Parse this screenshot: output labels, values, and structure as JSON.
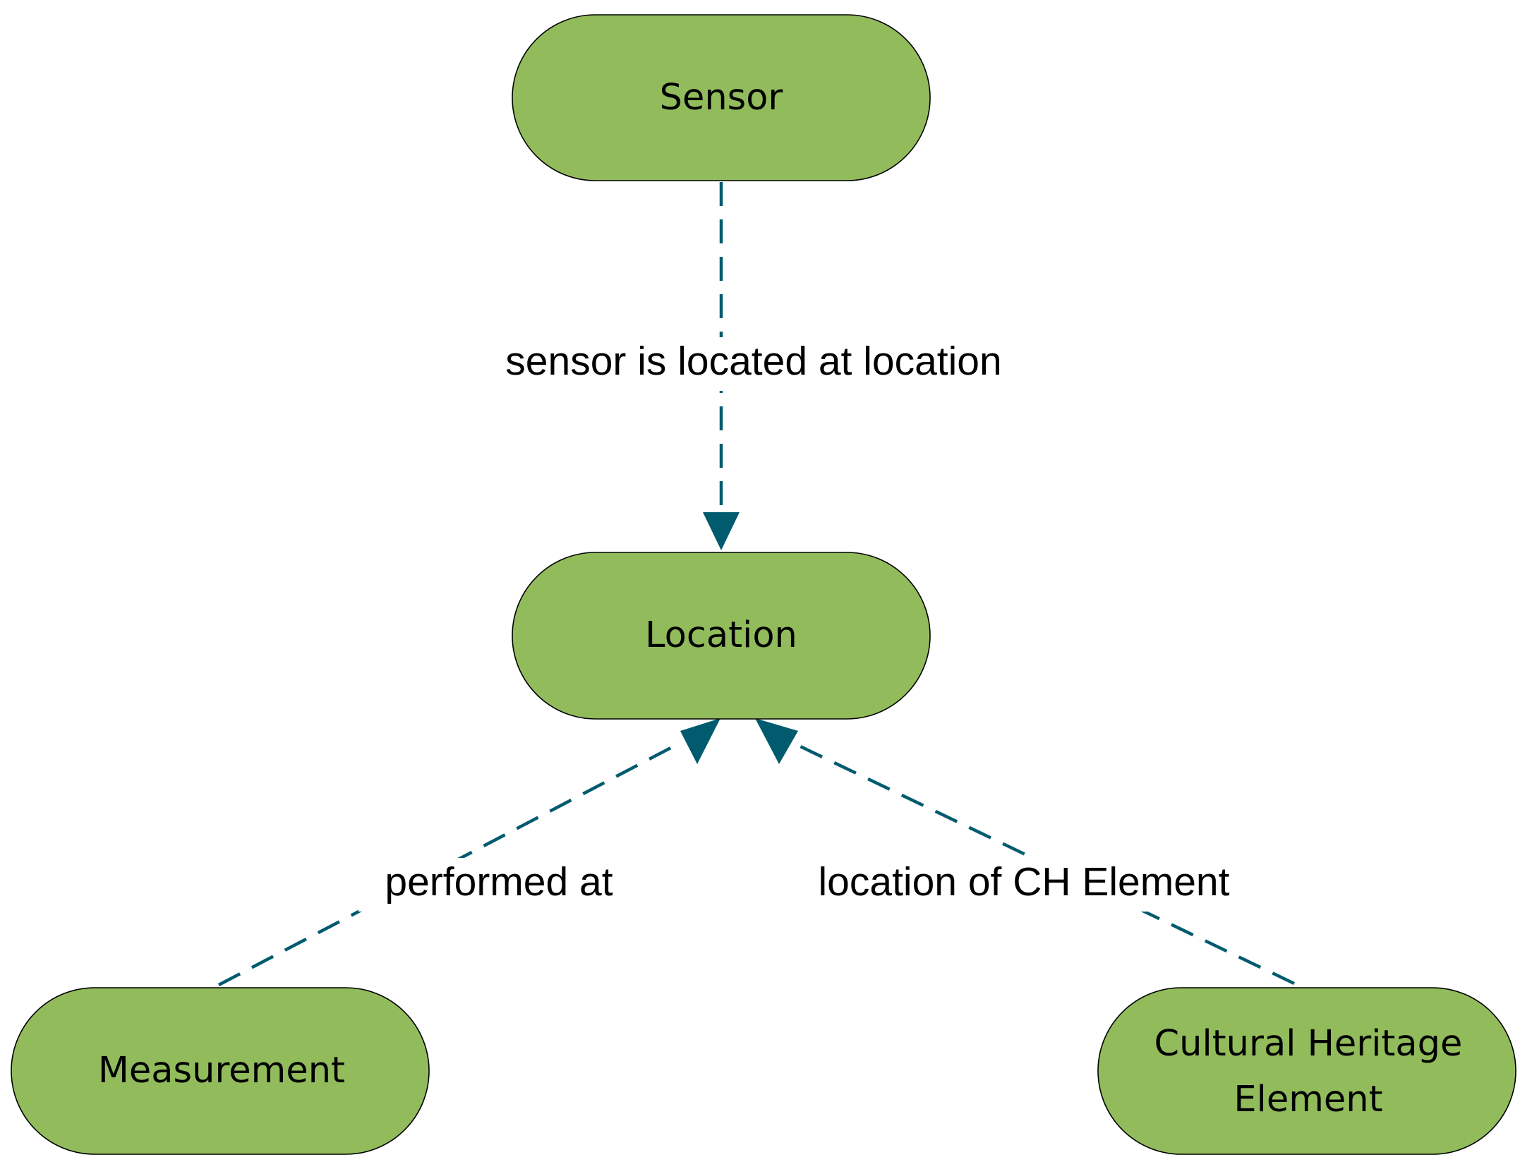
{
  "colors": {
    "node_fill": "#92BC5C",
    "node_border": "#000000",
    "edge": "#005B6E",
    "background": "#FFFFFF"
  },
  "nodes": {
    "sensor": {
      "label": "Sensor"
    },
    "location": {
      "label": "Location"
    },
    "measurement": {
      "label": "Measurement"
    },
    "cultural_heritage": {
      "label_line1": "Cultural Heritage",
      "label_line2": "Element"
    }
  },
  "edges": {
    "sensor_location": {
      "label": "sensor is located at location",
      "style": "dashed",
      "arrow": "to Location"
    },
    "measurement_location": {
      "label": "performed at",
      "style": "dashed",
      "arrow": "to Location"
    },
    "ch_location": {
      "label": "location of CH Element",
      "style": "dashed",
      "arrow": "to Location"
    }
  }
}
